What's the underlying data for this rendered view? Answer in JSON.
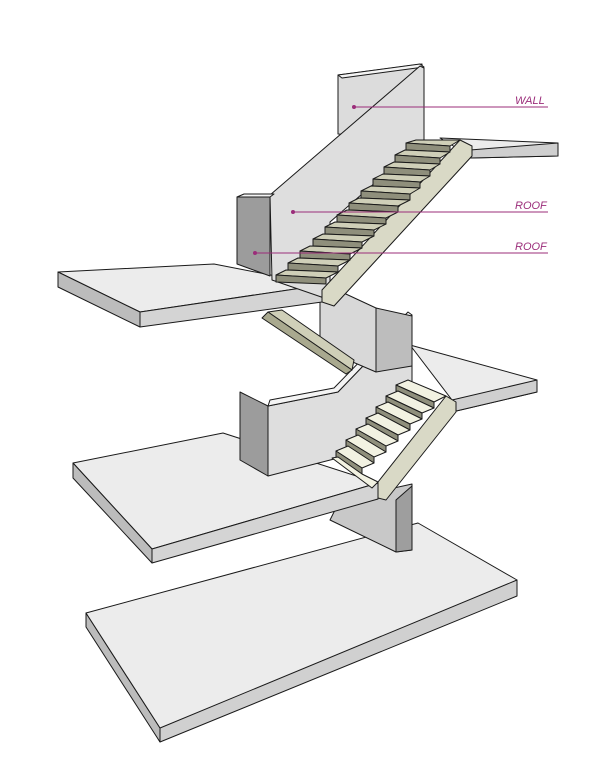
{
  "labels": {
    "wall": "WALL",
    "roof_upper": "ROOF",
    "roof_lower": "ROOF"
  },
  "colors": {
    "callout": "#9b2d7a",
    "slab_top": "#ececec",
    "slab_side": "#d6d6d6",
    "wall_light": "#dcdcdc",
    "wall_dark": "#a3a3a3",
    "tread": "#cfcfb8",
    "tread_light": "#f2f2e2",
    "riser": "#8f8f7c"
  }
}
